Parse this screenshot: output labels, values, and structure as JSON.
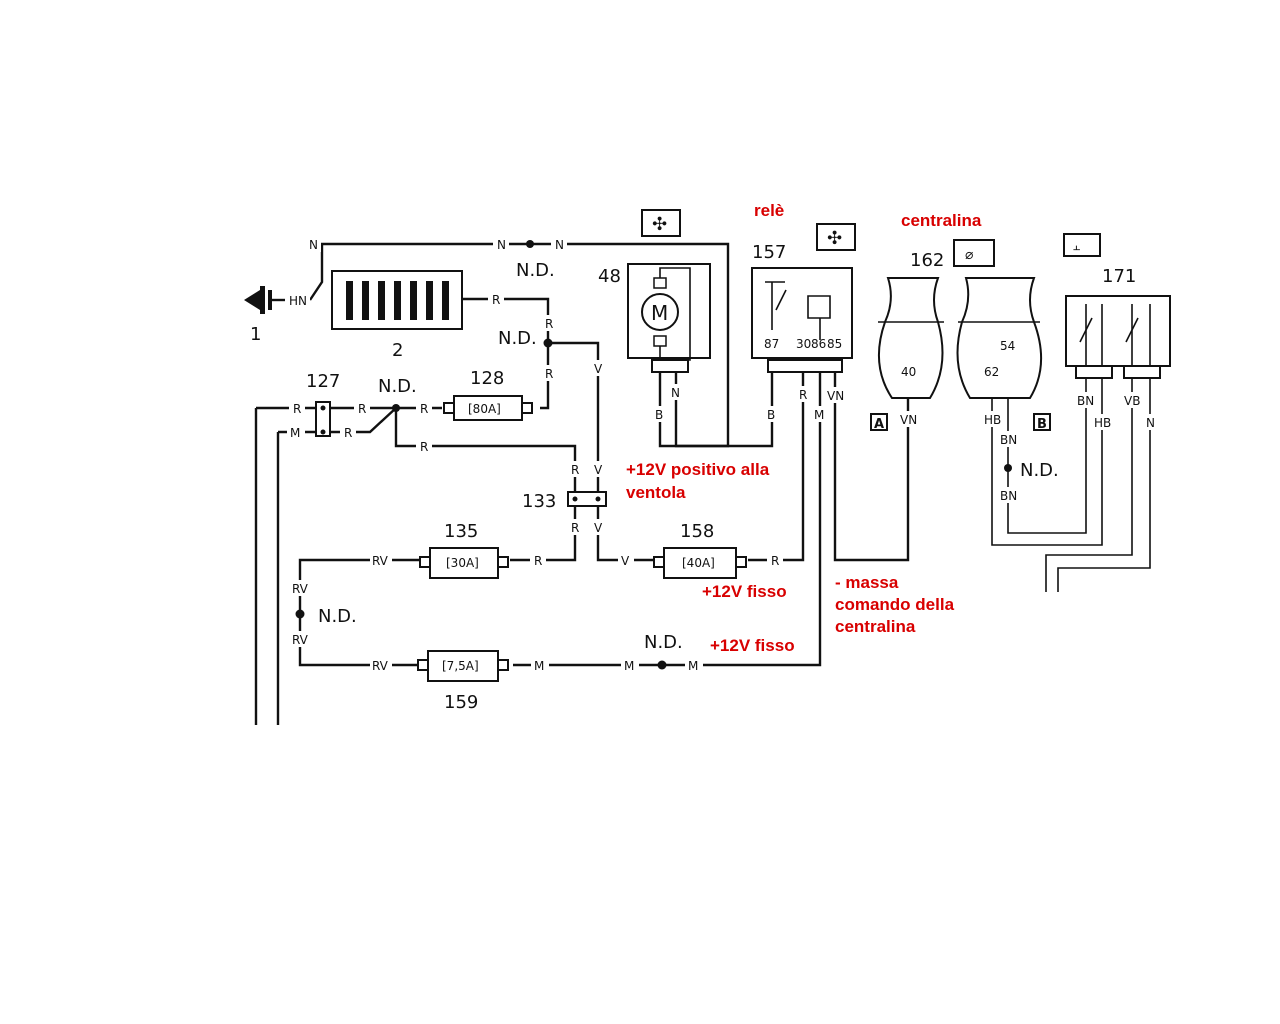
{
  "components": {
    "c1": "1",
    "c2": "2",
    "c48": "48",
    "c127": "127",
    "c128": "128",
    "c133": "133",
    "c135": "135",
    "c157": "157",
    "c158": "158",
    "c159": "159",
    "c162": "162",
    "c171": "171"
  },
  "fuses": {
    "f128": "[80A]",
    "f135": "[30A]",
    "f158": "[40A]",
    "f159": "[7,5A]"
  },
  "symbols": {
    "motor": "M",
    "connector_a": "A",
    "connector_b": "B"
  },
  "node_labels": {
    "nd_top": "N.D.",
    "nd_r": "N.D.",
    "nd_127": "N.D.",
    "nd_rv": "N.D.",
    "nd_m": "N.D.",
    "nd_bn": "N.D."
  },
  "pins": {
    "p87": "87",
    "p30": "30",
    "p86": "86",
    "p85": "85",
    "p40": "40",
    "p62": "62",
    "p54": "54"
  },
  "wire_codes": {
    "N": "N",
    "HN": "HN",
    "R": "R",
    "M": "M",
    "V": "V",
    "RV": "RV",
    "B": "B",
    "VN": "VN",
    "HB": "HB",
    "BN": "BN",
    "VB": "VB"
  },
  "annotations": {
    "rele": "relè",
    "centralina": "centralina",
    "positivo_1": "+12V positivo alla",
    "positivo_2": "ventola",
    "fisso_1": "+12V fisso",
    "fisso_2": "+12V fisso",
    "massa_1": "- massa",
    "massa_2": "comando della",
    "massa_3": "centralina"
  },
  "colors": {
    "wire": "#111111",
    "annotation": "#d80000",
    "background": "#ffffff"
  }
}
